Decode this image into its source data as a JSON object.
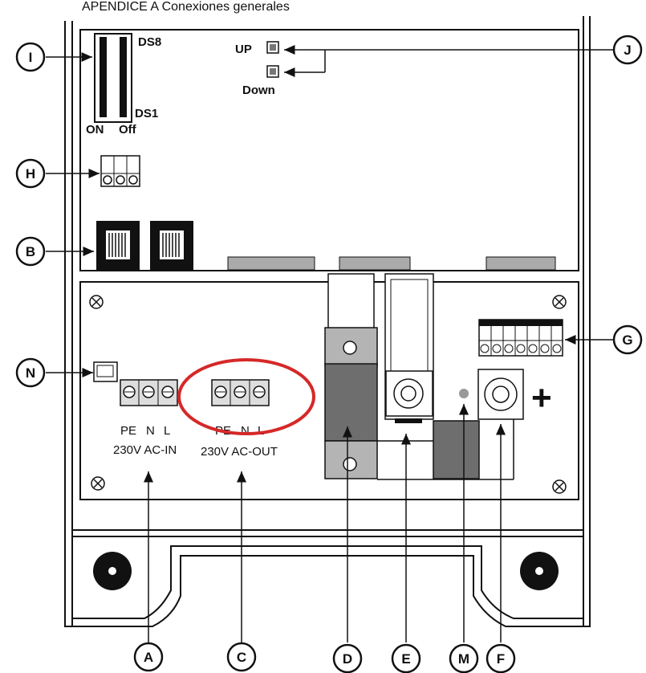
{
  "page": {
    "title": "APENDICE A Conexiones generales"
  },
  "switches": {
    "top_label": "DS8",
    "bottom_label": "DS1",
    "on_label": "ON",
    "off_label": "Off"
  },
  "buttons": {
    "up_label": "UP",
    "down_label": "Down"
  },
  "terminals": {
    "ac_in": {
      "pe": "PE",
      "n": "N",
      "l": "L",
      "label": "230V AC-IN"
    },
    "ac_out": {
      "pe": "PE",
      "n": "N",
      "l": "L",
      "label": "230V AC-OUT"
    }
  },
  "battery": {
    "plus_symbol": "+"
  },
  "callouts": {
    "I": "I",
    "J": "J",
    "H": "H",
    "B": "B",
    "N": "N",
    "G": "G",
    "A": "A",
    "C": "C",
    "D": "D",
    "E": "E",
    "M": "M",
    "F": "F"
  },
  "colors": {
    "highlight": "#d62828",
    "line": "#111111",
    "gray_dark": "#6e6e6e",
    "gray_light": "#b4b4b4"
  }
}
